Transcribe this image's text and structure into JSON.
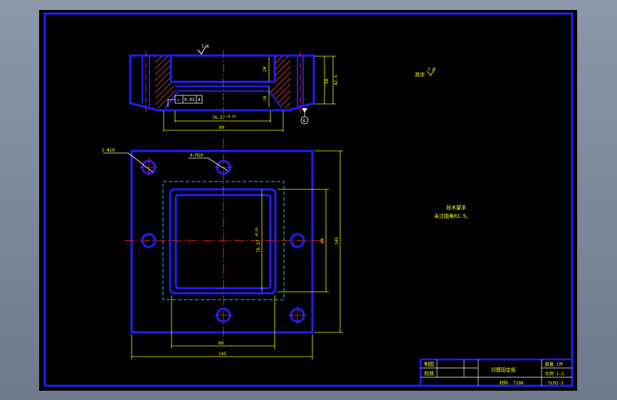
{
  "colors": {
    "background": "#000000",
    "outline": "#1e1eff",
    "dimension": "#ffff00",
    "centerline": "#ff2020",
    "hidden": "#00d8ff",
    "hatch": "#ff5050",
    "leader": "#ffffff",
    "surround": "#7f8d9d"
  },
  "section_view": {
    "roughness_symbol": "1.6",
    "dim_height_top": "20",
    "dim_height_right1": "30",
    "dim_height_right2": "42.5",
    "dim_height_bottom": "16",
    "dim_inner_width": "76.37",
    "dim_inner_tol": "+0.03",
    "dim_overall_width": "80",
    "flatness_symbol": "▱",
    "flatness_value": "0.03",
    "flatness_datum": "A",
    "datum_label": "A"
  },
  "plan_view": {
    "holes_label": "2-Φ10",
    "tapped_label": "4-M10",
    "dim_pocket_height": "76.37",
    "dim_pocket_tol": "+0.03",
    "dim_hole_pitch_v": "80",
    "dim_overall_v": "145",
    "dim_hole_pitch_h": "80",
    "dim_overall_h": "145"
  },
  "notes": {
    "rest_roughness_prefix": "其余",
    "rest_roughness_value": "3.2",
    "tech_title": "技术要求",
    "tech_line1": "未注圆角R1.5。"
  },
  "title_block": {
    "drawn_label": "制图",
    "checked_label": "校核",
    "part_name": "凹模固定板",
    "qty": "数量 1件",
    "scale": "比例 1:1",
    "material": "材料: T10A",
    "drawing_no": "YLMJ-3"
  }
}
